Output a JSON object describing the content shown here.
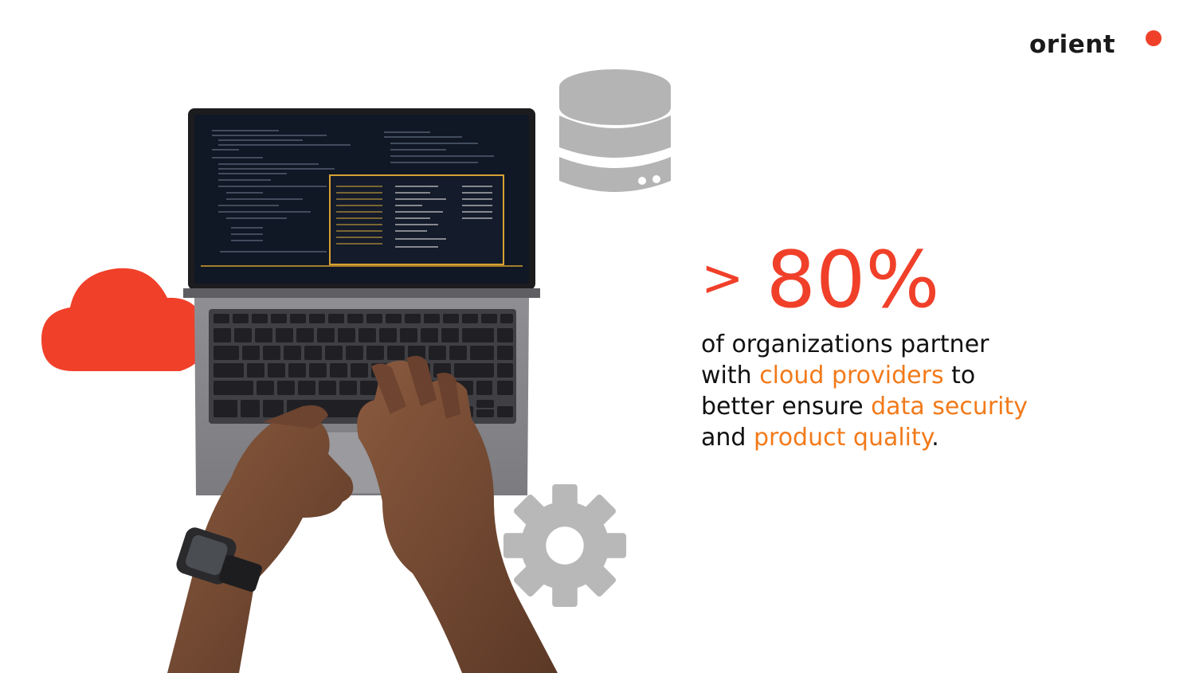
{
  "logo": {
    "text": "orient"
  },
  "colors": {
    "accent_red": "#f0402a",
    "accent_orange": "#f27a1a",
    "icon_gray": "#b4b4b4",
    "text_dark": "#111111"
  },
  "icons": [
    "database-icon",
    "cloud-icon",
    "gear-icon"
  ],
  "stat": {
    "prefix": ">",
    "value": "80%",
    "line1": "of organizations partner",
    "line2_a": "with ",
    "line2_hl": "cloud providers",
    "line2_b": " to",
    "line3_a": "better ensure ",
    "line3_hl": "data security",
    "line4_a": "and ",
    "line4_hl": "product quality",
    "line4_b": "."
  }
}
